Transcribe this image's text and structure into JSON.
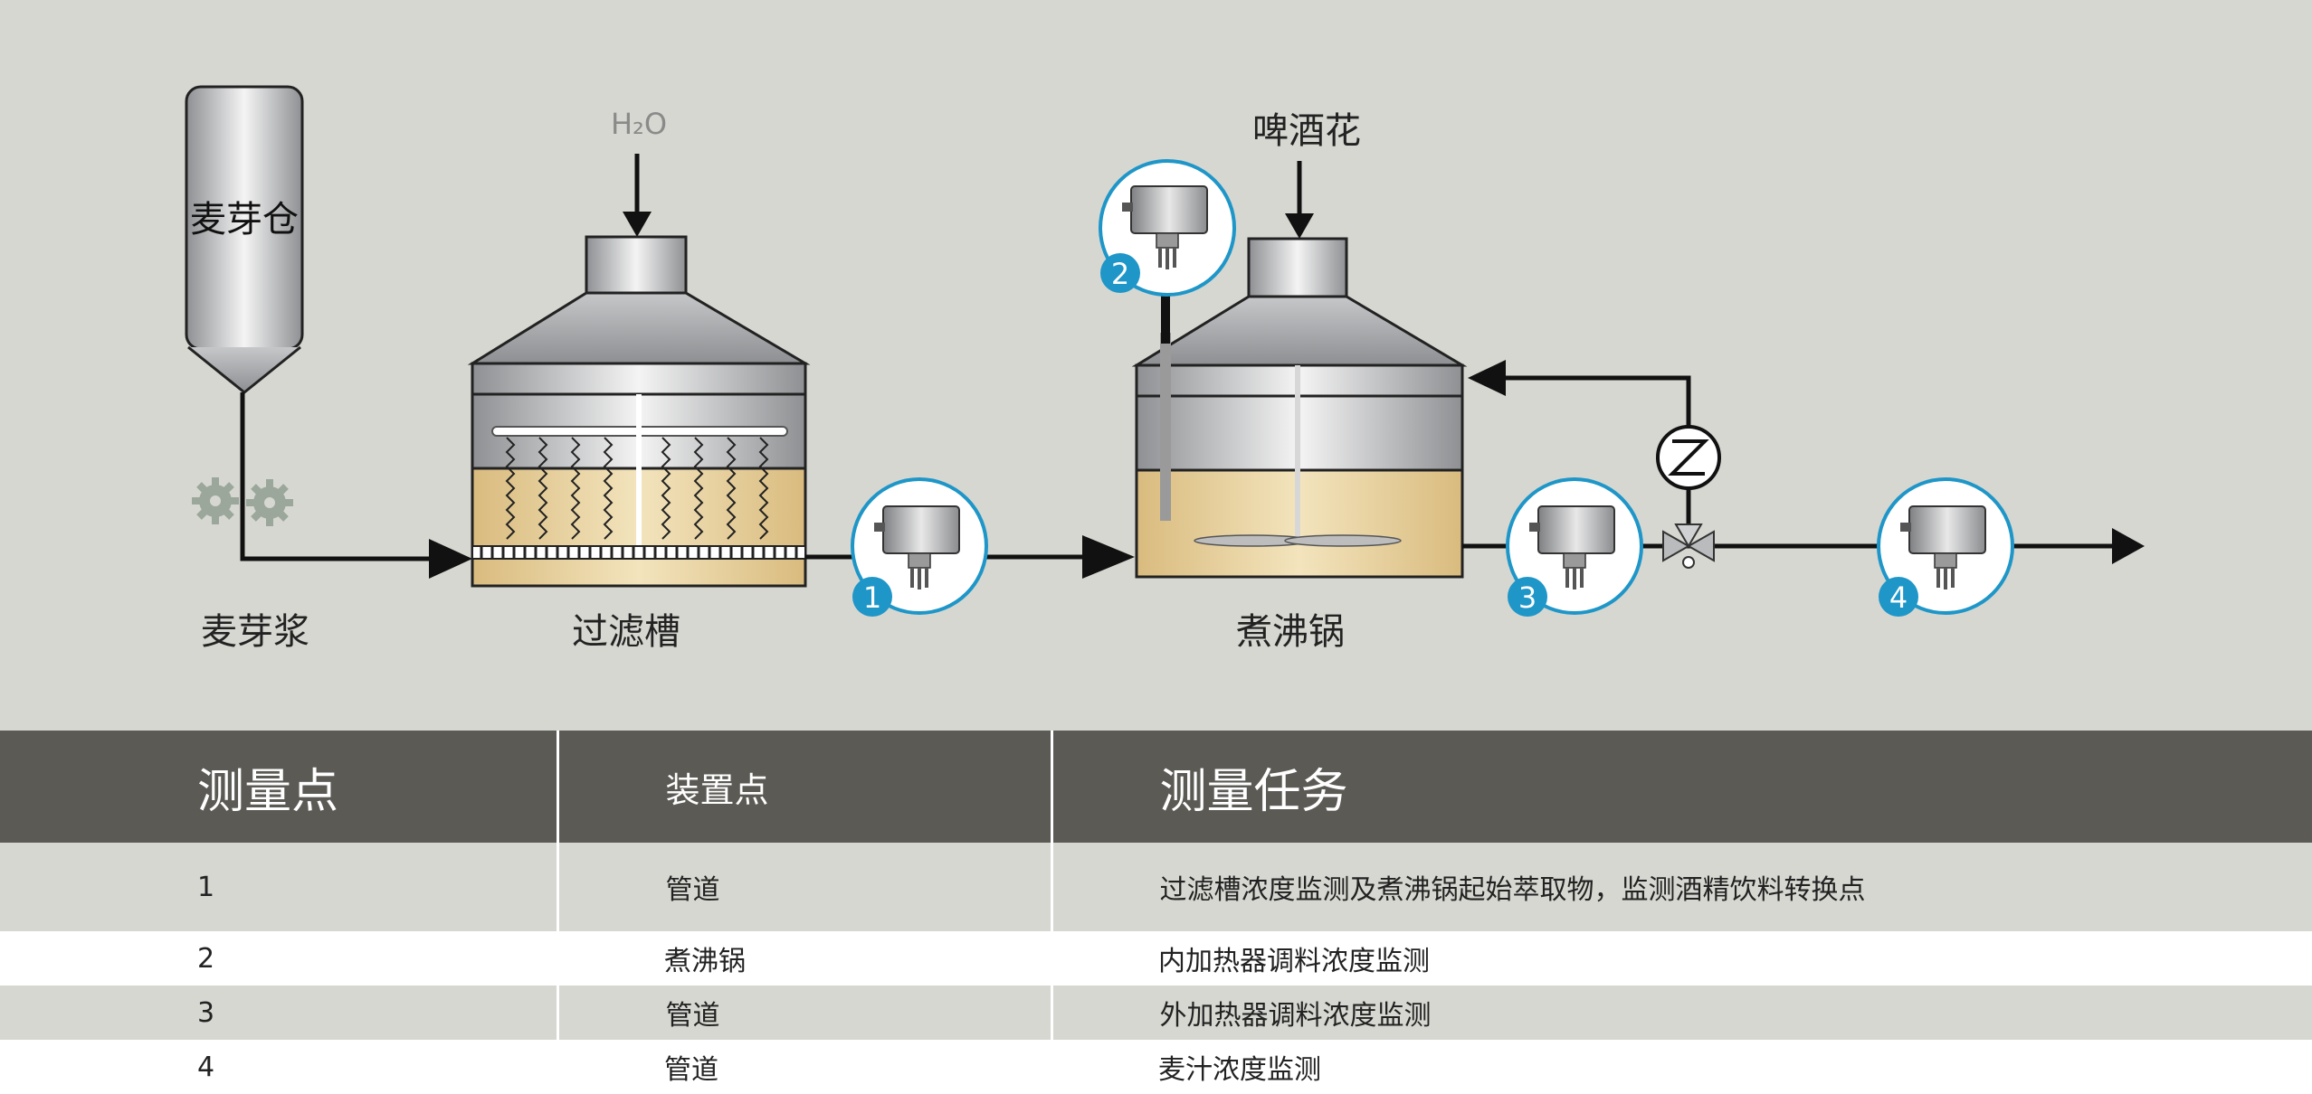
{
  "diagram": {
    "malt_silo_label": "麦芽仓",
    "water_label": "H₂O",
    "mash_label": "麦芽浆",
    "lauter_tun_label": "过滤槽",
    "hops_label": "啤酒花",
    "kettle_label": "煮沸锅",
    "points": [
      "1",
      "2",
      "3",
      "4"
    ]
  },
  "table": {
    "headers": [
      "测量点",
      "装置点",
      "测量任务"
    ],
    "rows": [
      [
        "1",
        "管道",
        "过滤槽浓度监测及煮沸锅起始萃取物，监测酒精饮料转换点"
      ],
      [
        "2",
        "煮沸锅",
        "内加热器调料浓度监测"
      ],
      [
        "3",
        "管道",
        "外加热器调料浓度监测"
      ],
      [
        "4",
        "管道",
        "麦汁浓度监测"
      ]
    ]
  },
  "colors": {
    "background": "#d6d7d1",
    "header_bg": "#5b5a55",
    "badge": "#1e96c8",
    "liquid": "#e6cf9a",
    "steel": "#a7a9ac"
  }
}
